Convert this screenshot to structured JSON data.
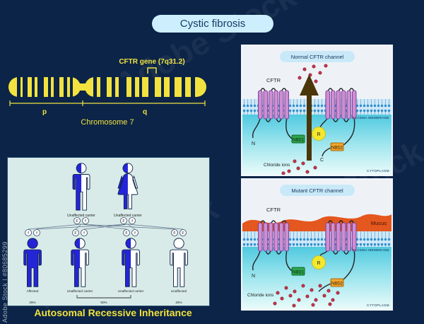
{
  "watermark": {
    "side": "Adobe Stock | #80685299",
    "brand": "Adobe Stock"
  },
  "title": "Cystic fibrosis",
  "chromosome": {
    "gene_label": "CFTR gene (7q31.2)",
    "p": "p",
    "q": "q",
    "name": "Chromosome 7"
  },
  "pedigree": {
    "caption": "Autosomal Recessive Inheritance",
    "father": {
      "label": "Unaffected carrier",
      "a1": "F",
      "a2": "f"
    },
    "mother": {
      "label": "Unaffected carrier",
      "a1": "F",
      "a2": "f"
    },
    "children": [
      {
        "label": "Affected",
        "pct": "25%",
        "a1": "f",
        "a2": "f"
      },
      {
        "label": "Unaffected carrier",
        "a1": "F",
        "a2": "f"
      },
      {
        "label": "Unaffected carrier",
        "a1": "F",
        "a2": "f"
      },
      {
        "label": "Unaffected",
        "pct": "25%",
        "a1": "F",
        "a2": "F"
      }
    ],
    "carrier_pct": "50%"
  },
  "normal": {
    "title": "Normal CFTR channel",
    "cftr": "CFTR",
    "membrane": "PLASMA MEMBRANE",
    "cytoplasm": "CYTOPLASM",
    "chloride": "Chloride ions",
    "n": "N",
    "c": "C",
    "nbd1": "NBD1",
    "nbd2": "NBD2",
    "r": "R"
  },
  "mutant": {
    "title": "Mutant CFTR channel",
    "cftr": "CFTR",
    "mucus": "Mucus",
    "membrane": "PLASMA MEMBRANE",
    "cytoplasm": "CYTOPLASM",
    "chloride": "Chloride ions",
    "n": "N",
    "nbd1": "NBD1",
    "nbd2": "NBD2",
    "r": "R"
  },
  "colors": {
    "background": "#0b2447",
    "accent_yellow": "#f2e23f",
    "figure_blue": "#2525d8",
    "pill_blue": "#cdeffd",
    "mucus_orange": "#e4571e",
    "nbd1_green": "#2fa44e",
    "nbd2_orange": "#f0a52c",
    "r_yellow": "#f3e82c",
    "chloride_red": "#c9344a",
    "helix_pink": "#cf8ed2",
    "membrane_blue": "#2e8fd0"
  }
}
